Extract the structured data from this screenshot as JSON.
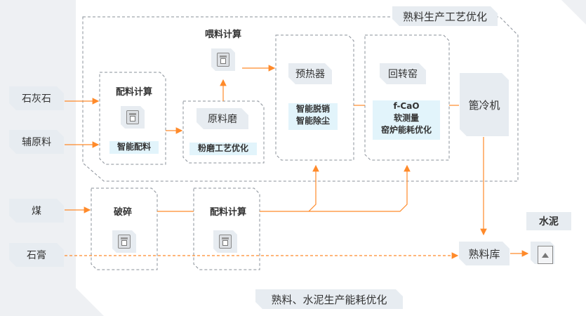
{
  "title": "熟料生产工艺优化",
  "bottom_title": "熟料、水泥生产能耗优化",
  "inputs": {
    "limestone": "石灰石",
    "aux": "辅原料",
    "coal": "煤",
    "gypsum": "石膏"
  },
  "batching_box": {
    "title": "配料计算",
    "sub": "智能配料"
  },
  "feed_calc": "喂料计算",
  "raw_mill": {
    "title": "原料磨",
    "sub": "粉磨工艺优化"
  },
  "preheater": {
    "title": "预热器",
    "line1": "智能脱销",
    "line2": "智能除尘"
  },
  "kiln": {
    "title": "回转窑",
    "line1": "f-CaO",
    "line2": "软测量",
    "line3": "窑炉能耗优化"
  },
  "cooler": "篦冷机",
  "crusher": "破碎",
  "batching2": "配料计算",
  "clinker_store": "熟料库",
  "cement": "水泥",
  "colors": {
    "arrow": "#ff8a2a",
    "dash": "#8a9099",
    "chip": "#e7ecf1",
    "highlight": "#e2f4fb",
    "panel": "#ffffff"
  }
}
